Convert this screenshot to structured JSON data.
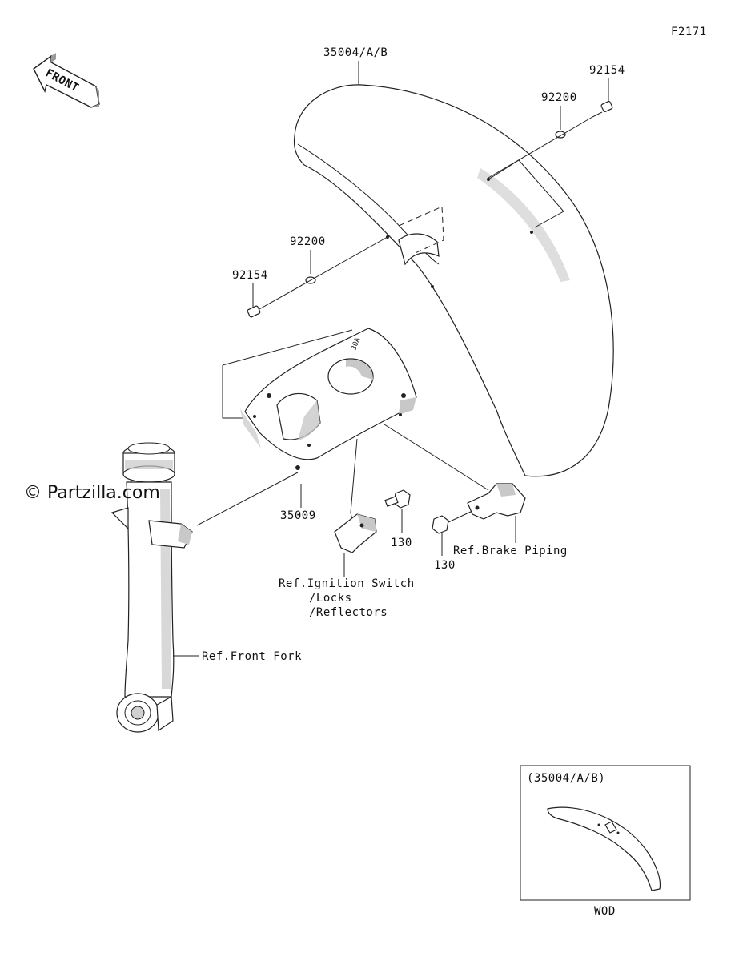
{
  "figure_code": "F2171",
  "watermark": "© Partzilla.com",
  "front_arrow_label": "FRONT",
  "callouts": {
    "fender_top": "35004/A/B",
    "screw_right": "92154",
    "washer_right": "92200",
    "washer_left": "92200",
    "screw_left": "92154",
    "bracket": "35009",
    "bolt_center": "130",
    "bolt_right": "130",
    "ref_brake_piping": "Ref.Brake Piping",
    "ref_ignition_line1": "Ref.Ignition Switch",
    "ref_ignition_line2": "/Locks",
    "ref_ignition_line3": "/Reflectors",
    "ref_front_fork": "Ref.Front Fork"
  },
  "inset": {
    "title": "(35004/A/B)",
    "caption": "WOD"
  }
}
